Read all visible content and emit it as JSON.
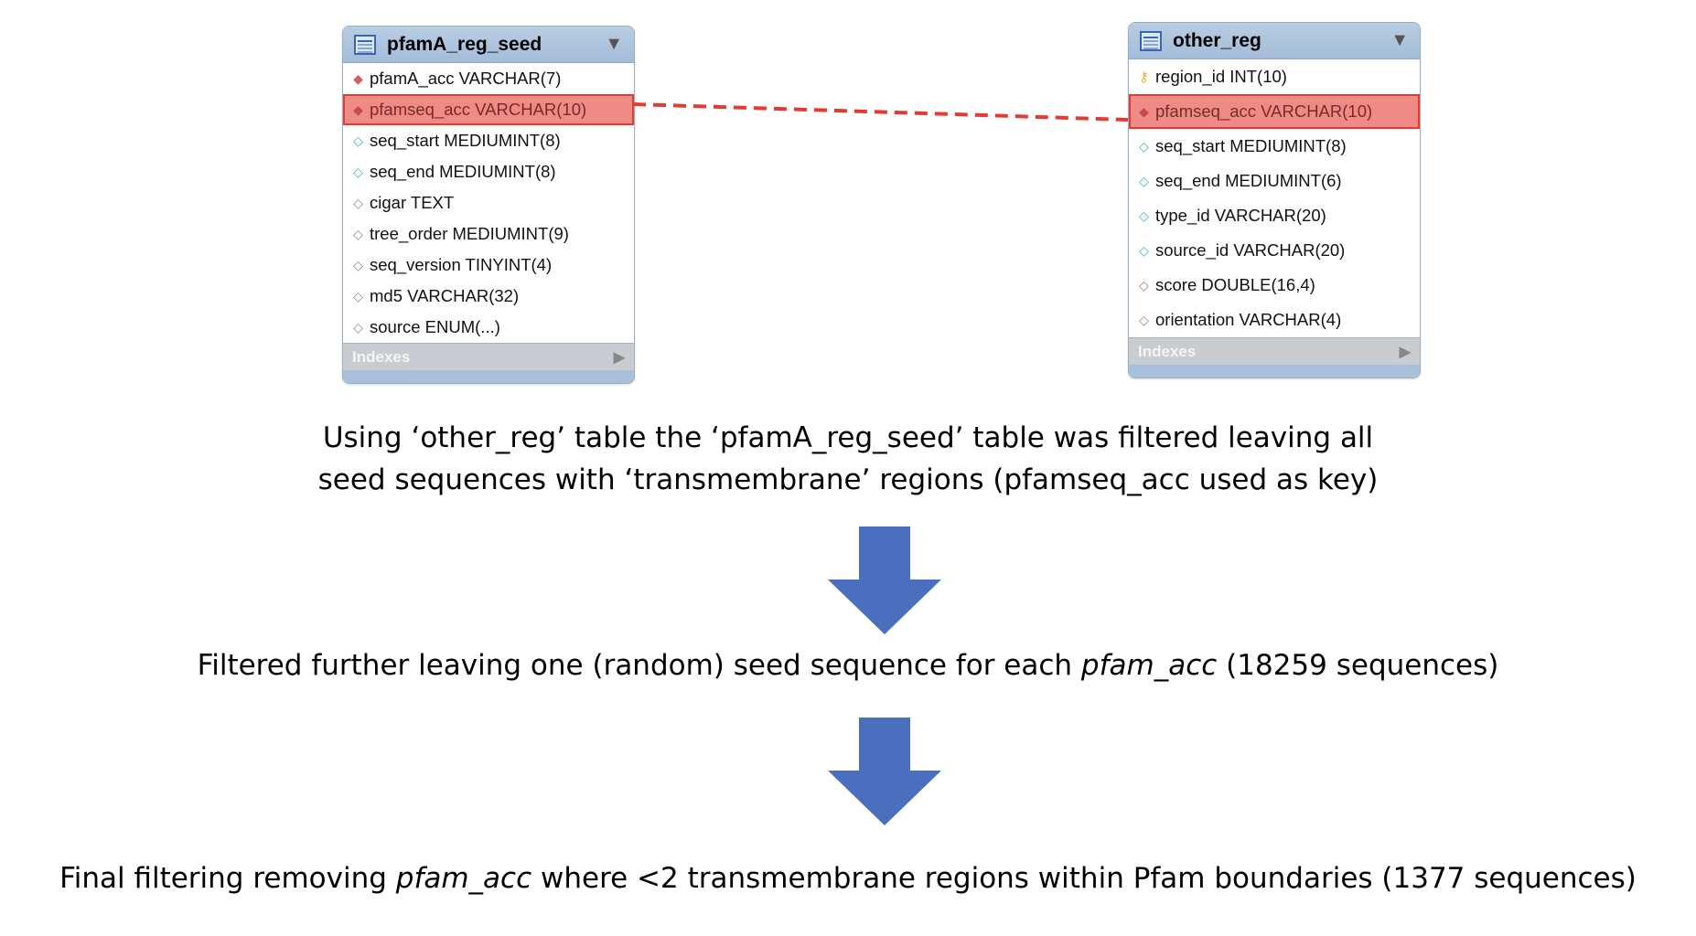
{
  "left_table": {
    "title": "pfamA_reg_seed",
    "columns": [
      {
        "text": "pfamA_acc VARCHAR(7)",
        "marker": "pk",
        "highlight": false
      },
      {
        "text": "pfamseq_acc VARCHAR(10)",
        "marker": "fk",
        "highlight": true
      },
      {
        "text": "seq_start MEDIUMINT(8)",
        "marker": "idx",
        "highlight": false
      },
      {
        "text": "seq_end MEDIUMINT(8)",
        "marker": "idx",
        "highlight": false
      },
      {
        "text": "cigar TEXT",
        "marker": "plain",
        "highlight": false
      },
      {
        "text": "tree_order MEDIUMINT(9)",
        "marker": "plain",
        "highlight": false
      },
      {
        "text": "seq_version TINYINT(4)",
        "marker": "plain",
        "highlight": false
      },
      {
        "text": "md5 VARCHAR(32)",
        "marker": "plain",
        "highlight": false
      },
      {
        "text": "source ENUM(...)",
        "marker": "plain",
        "highlight": false
      }
    ],
    "indexes_label": "Indexes"
  },
  "right_table": {
    "title": "other_reg",
    "columns": [
      {
        "text": "region_id INT(10)",
        "marker": "key",
        "highlight": false
      },
      {
        "text": "pfamseq_acc VARCHAR(10)",
        "marker": "fk",
        "highlight": true
      },
      {
        "text": "seq_start MEDIUMINT(8)",
        "marker": "idx",
        "highlight": false
      },
      {
        "text": "seq_end MEDIUMINT(6)",
        "marker": "idx",
        "highlight": false
      },
      {
        "text": "type_id VARCHAR(20)",
        "marker": "idx",
        "highlight": false
      },
      {
        "text": "source_id VARCHAR(20)",
        "marker": "idx",
        "highlight": false
      },
      {
        "text": "score DOUBLE(16,4)",
        "marker": "plain",
        "highlight": false
      },
      {
        "text": "orientation VARCHAR(4)",
        "marker": "plain",
        "highlight": false
      }
    ],
    "indexes_label": "Indexes"
  },
  "captions": {
    "step1_line1": "Using ‘other_reg’ table the ‘pfamA_reg_seed’ table was filtered leaving all",
    "step1_line2": "seed sequences with ‘transmembrane’ regions (pfamseq_acc used as key)",
    "step2_prefix": "Filtered further leaving one (random) seed sequence for each ",
    "step2_italic": "pfam_acc",
    "step2_suffix": " (18259 sequences)",
    "step3_prefix": "Final filtering removing ",
    "step3_italic": "pfam_acc",
    "step3_suffix": " where <2 transmembrane regions within Pfam boundaries (1377 sequences)"
  },
  "colors": {
    "arrow_fill": "#4a6fbe",
    "link_line": "#e43a2f",
    "highlight_fill": "#ef8b86"
  }
}
